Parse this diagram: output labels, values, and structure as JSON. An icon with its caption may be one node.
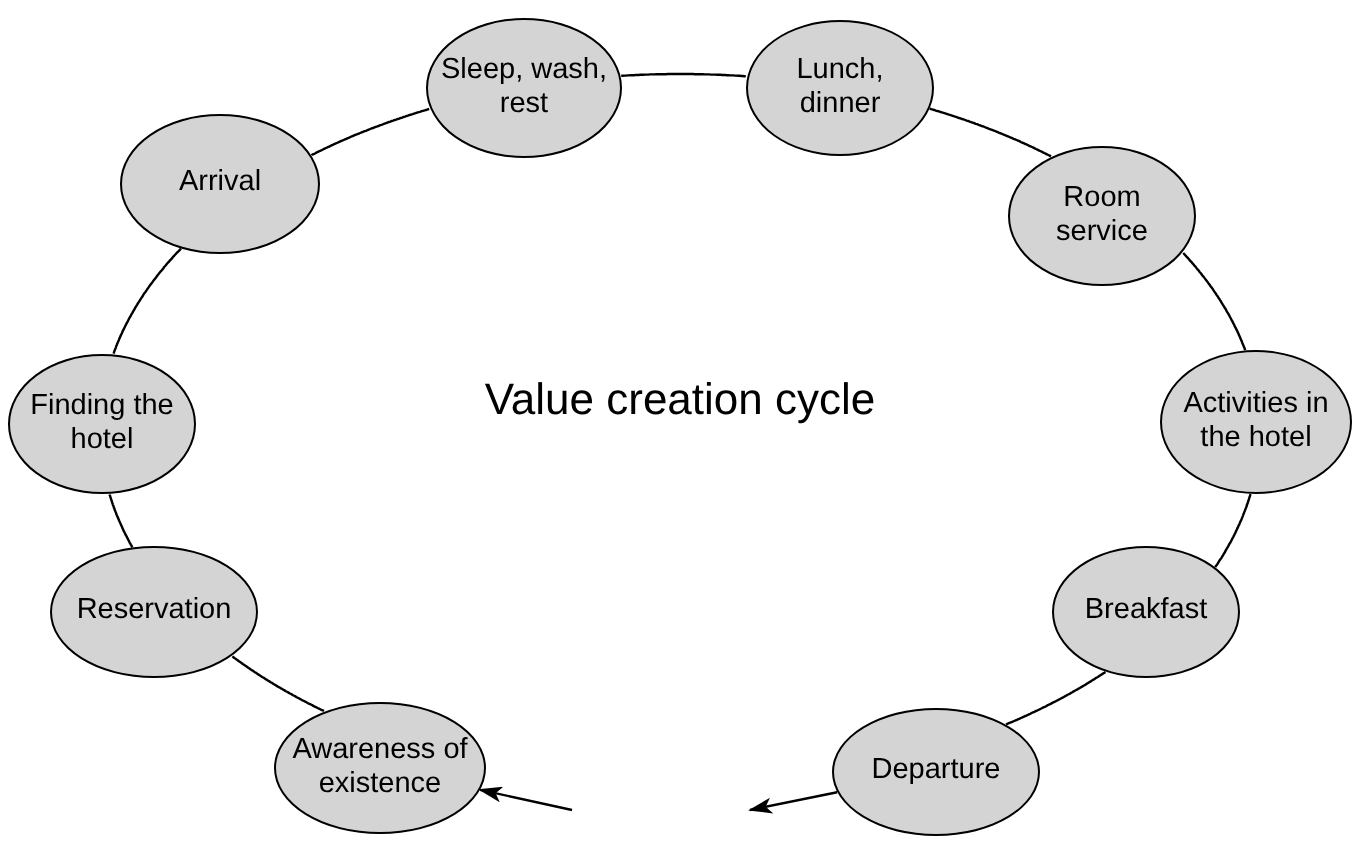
{
  "diagram": {
    "title": "Value creation cycle",
    "nodes": [
      {
        "text": [
          "Awareness of existence"
        ]
      },
      {
        "text": [
          "Reservation"
        ]
      },
      {
        "text": [
          "Finding the hotel"
        ]
      },
      {
        "text": [
          "Arrival"
        ]
      },
      {
        "text": [
          "Sleep, wash, rest"
        ]
      },
      {
        "text": [
          "Lunch, dinner"
        ]
      },
      {
        "text": [
          "Room service"
        ]
      },
      {
        "text": [
          "Activities in the hotel"
        ]
      },
      {
        "text": [
          "Breakfast"
        ]
      },
      {
        "text": [
          "Departure"
        ]
      }
    ],
    "edges": [
      {
        "from": 0,
        "to": 1,
        "arrow": "none"
      },
      {
        "from": 1,
        "to": 2,
        "arrow": "none"
      },
      {
        "from": 2,
        "to": 3,
        "arrow": "none"
      },
      {
        "from": 3,
        "to": 4,
        "arrow": "none"
      },
      {
        "from": 4,
        "to": 5,
        "arrow": "none"
      },
      {
        "from": 5,
        "to": 6,
        "arrow": "none"
      },
      {
        "from": 6,
        "to": 7,
        "arrow": "none"
      },
      {
        "from": 7,
        "to": 8,
        "arrow": "none"
      },
      {
        "from": 8,
        "to": 9,
        "arrow": "none"
      },
      {
        "from": 9,
        "to": null,
        "arrow": "to"
      },
      {
        "from": null,
        "to": 0,
        "arrow": "to"
      }
    ]
  }
}
